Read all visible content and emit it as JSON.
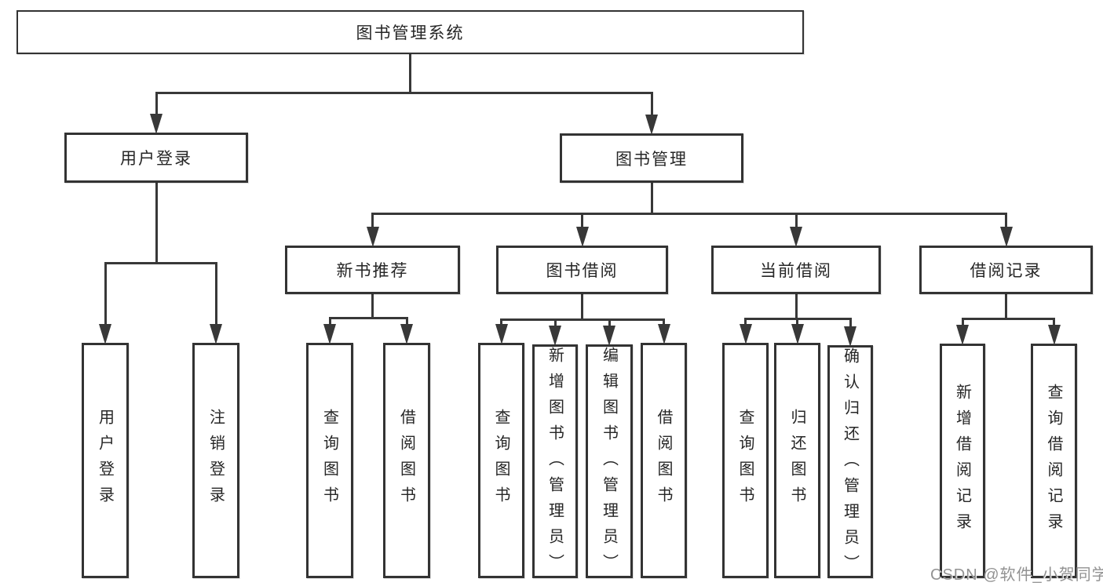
{
  "diagram": {
    "title": "图书管理系统",
    "nodes": [
      {
        "id": "root",
        "label": "图书管理系统",
        "parent": null,
        "orientation": "horizontal"
      },
      {
        "id": "user-login",
        "label": "用户登录",
        "parent": "root",
        "orientation": "horizontal"
      },
      {
        "id": "book-mgmt",
        "label": "图书管理",
        "parent": "root",
        "orientation": "horizontal"
      },
      {
        "id": "new-book-rec",
        "label": "新书推荐",
        "parent": "book-mgmt",
        "orientation": "horizontal"
      },
      {
        "id": "book-borrow",
        "label": "图书借阅",
        "parent": "book-mgmt",
        "orientation": "horizontal"
      },
      {
        "id": "current-borrow",
        "label": "当前借阅",
        "parent": "book-mgmt",
        "orientation": "horizontal"
      },
      {
        "id": "borrow-record",
        "label": "借阅记录",
        "parent": "book-mgmt",
        "orientation": "horizontal"
      },
      {
        "id": "leaf-user-login",
        "label": "用户登录",
        "parent": "user-login",
        "orientation": "vertical"
      },
      {
        "id": "leaf-logout",
        "label": "注销登录",
        "parent": "user-login",
        "orientation": "vertical"
      },
      {
        "id": "leaf-query-new",
        "label": "查询图书",
        "parent": "new-book-rec",
        "orientation": "vertical"
      },
      {
        "id": "leaf-borrow-new",
        "label": "借阅图书",
        "parent": "new-book-rec",
        "orientation": "vertical"
      },
      {
        "id": "leaf-query-bb",
        "label": "查询图书",
        "parent": "book-borrow",
        "orientation": "vertical"
      },
      {
        "id": "leaf-add-book",
        "label": "新增图书（管理员）",
        "parent": "book-borrow",
        "orientation": "vertical"
      },
      {
        "id": "leaf-edit-book",
        "label": "编辑图书（管理员）",
        "parent": "book-borrow",
        "orientation": "vertical"
      },
      {
        "id": "leaf-borrow-book",
        "label": "借阅图书",
        "parent": "book-borrow",
        "orientation": "vertical"
      },
      {
        "id": "leaf-query-cb",
        "label": "查询图书",
        "parent": "current-borrow",
        "orientation": "vertical"
      },
      {
        "id": "leaf-return-book",
        "label": "归还图书",
        "parent": "current-borrow",
        "orientation": "vertical"
      },
      {
        "id": "leaf-confirm-return",
        "label": "确认归还（管理员）",
        "parent": "current-borrow",
        "orientation": "vertical"
      },
      {
        "id": "leaf-add-record",
        "label": "新增借阅记录",
        "parent": "borrow-record",
        "orientation": "vertical"
      },
      {
        "id": "leaf-query-record",
        "label": "查询借阅记录",
        "parent": "borrow-record",
        "orientation": "vertical"
      }
    ]
  },
  "watermark": {
    "text": "CSDN @软件_小贺同学"
  },
  "colors": {
    "line": "#383838",
    "box_border": "#333333",
    "text": "#262626",
    "background": "#ffffff",
    "watermark": "#929292"
  }
}
